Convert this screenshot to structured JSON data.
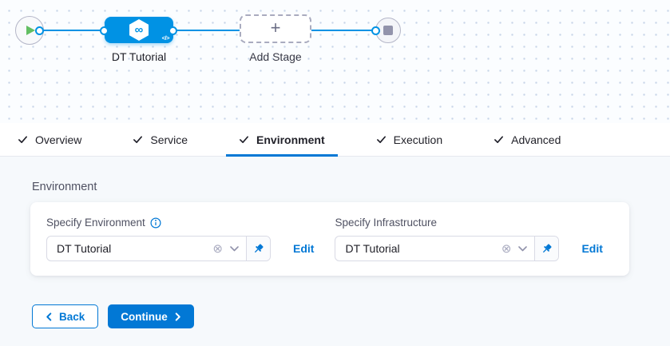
{
  "canvas": {
    "stage_label": "DT Tutorial",
    "add_stage_label": "Add Stage"
  },
  "icons": {
    "infinity": "∞",
    "plus": "+",
    "code": "</>",
    "clear": "⊗"
  },
  "tabs": [
    {
      "label": "Overview",
      "checked": true,
      "active": false
    },
    {
      "label": "Service",
      "checked": true,
      "active": false
    },
    {
      "label": "Environment",
      "checked": true,
      "active": true
    },
    {
      "label": "Execution",
      "checked": true,
      "active": false
    },
    {
      "label": "Advanced",
      "checked": true,
      "active": false
    }
  ],
  "content": {
    "section_title": "Environment",
    "fields": [
      {
        "label": "Specify Environment",
        "has_info": true,
        "value": "DT Tutorial",
        "edit_label": "Edit"
      },
      {
        "label": "Specify Infrastructure",
        "has_info": false,
        "value": "DT Tutorial",
        "edit_label": "Edit"
      }
    ],
    "back_label": "Back",
    "continue_label": "Continue"
  },
  "colors": {
    "primary_blue": "#0278D5",
    "node_blue": "#0092E4",
    "play_green": "#62BE62",
    "stop_gray": "#9293AB",
    "content_bg": "#F6F9FC"
  }
}
